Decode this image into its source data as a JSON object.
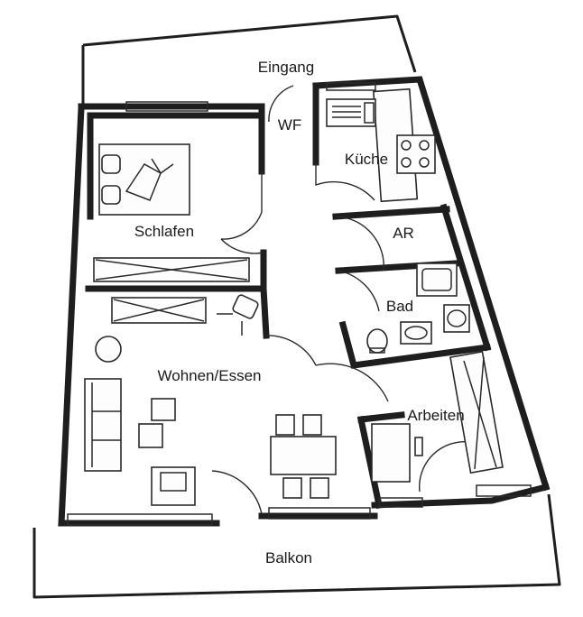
{
  "rooms": {
    "entrance": "Eingang",
    "wc": "WF",
    "kitchen": "Küche",
    "bedroom": "Schlafen",
    "storage": "AR",
    "bath": "Bad",
    "living": "Wohnen/Essen",
    "study": "Arbeiten",
    "balcony": "Balkon"
  }
}
